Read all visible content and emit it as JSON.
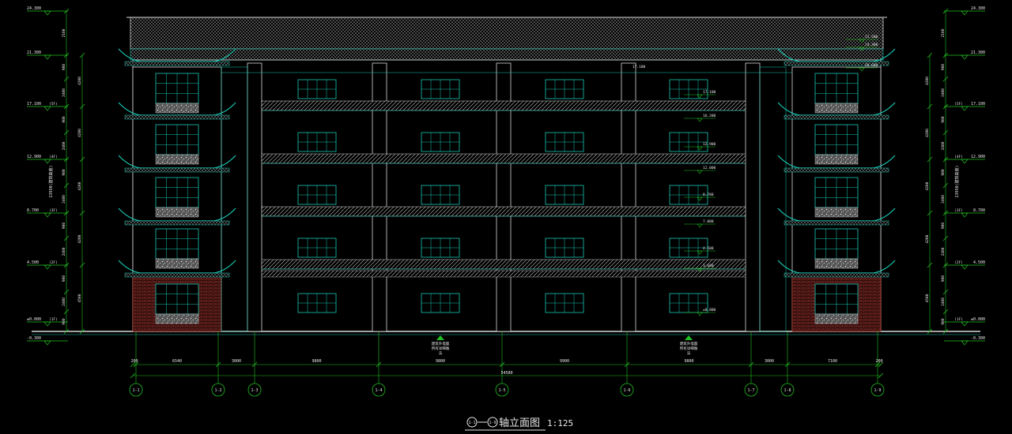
{
  "drawing": {
    "title_axis_start": "1-1",
    "title_axis_end": "1-9",
    "title_text": "轴立面图",
    "scale": "1:125"
  },
  "elevations_left": [
    {
      "label": "24.300",
      "note": ""
    },
    {
      "label": "21.300",
      "note": ""
    },
    {
      "label": "17.100",
      "note": "(5F)"
    },
    {
      "label": "12.900",
      "note": "(4F)"
    },
    {
      "label": "8.700",
      "note": "(3F)"
    },
    {
      "label": "4.500",
      "note": "(2F)"
    },
    {
      "label": "±0.000",
      "note": "(1F)"
    },
    {
      "label": "-0.300",
      "note": ""
    }
  ],
  "elevations_right": [
    {
      "label": "24.300",
      "note": ""
    },
    {
      "label": "21.300",
      "note": ""
    },
    {
      "label": "17.100",
      "note": "(5F)"
    },
    {
      "label": "12.900",
      "note": "(4F)"
    },
    {
      "label": "8.700",
      "note": "(3F)"
    },
    {
      "label": "4.500",
      "note": "(2F)"
    },
    {
      "label": "±0.000",
      "note": "(1F)"
    },
    {
      "label": "-0.300",
      "note": ""
    }
  ],
  "vertical_dims_inner": [
    "2100",
    "900",
    "2400",
    "900",
    "2400",
    "900",
    "2400",
    "900",
    "2400",
    "900",
    "2400",
    "900"
  ],
  "vertical_dims_outer": [
    "4200",
    "4200",
    "4200",
    "4200",
    "4500"
  ],
  "total_height_label": "23950(建筑高度)",
  "axes": [
    "1-1",
    "1-2",
    "1-3",
    "1-4",
    "1-5",
    "1-6",
    "1-7",
    "1-8",
    "1-9"
  ],
  "bay_dims": [
    "200",
    "6540",
    "3000",
    "9800",
    "9800",
    "9900",
    "9800",
    "3000",
    "7100",
    "200"
  ],
  "total_width": "54580",
  "center_notes": [
    {
      "line1": "建筑外墙面",
      "line2": "所有详细做",
      "line3": "法"
    },
    {
      "line1": "建筑外墙面",
      "line2": "所有详细做",
      "line3": "法"
    }
  ],
  "interior_levels": [
    "24.300",
    "23.500",
    "20.600",
    "17.100",
    "16.200",
    "12.900",
    "12.000",
    "8.700",
    "7.800",
    "4.500",
    "3.600",
    "±0.000"
  ],
  "colors": {
    "line_green": "#22c022",
    "wall_white": "#d8d8d8",
    "structure_teal": "#19c8b4",
    "roof_grid": "#a0a0a0",
    "dim_red": "#ff3030",
    "brick": "#c0392b"
  }
}
